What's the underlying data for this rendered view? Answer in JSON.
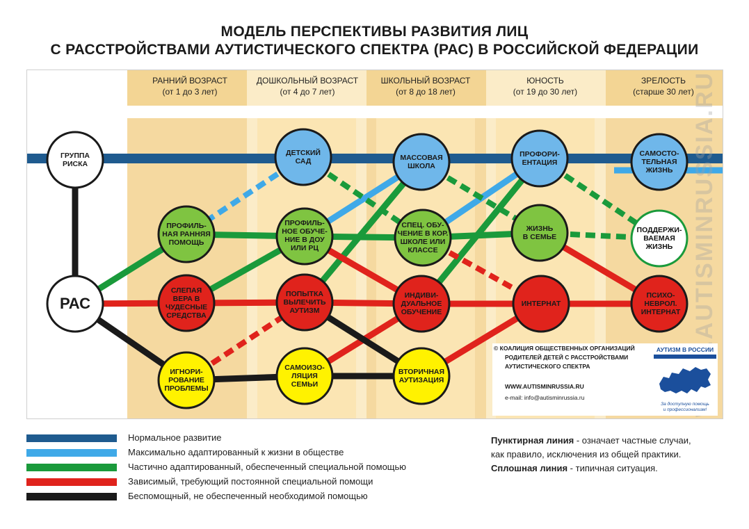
{
  "title": {
    "line1": "МОДЕЛЬ ПЕРСПЕКТИВЫ РАЗВИТИЯ ЛИЦ",
    "line2": "С РАССТРОЙСТВАМИ АУТИСТИЧЕСКОГО СПЕКТРА (РАС) В РОССИЙСКОЙ ФЕДЕРАЦИИ"
  },
  "columns": [
    {
      "label": "РАННИЙ ВОЗРАСТ",
      "range": "(от 1 до 3 лет)"
    },
    {
      "label": "ДОШКОЛЬНЫЙ ВОЗРАСТ",
      "range": "(от 4 до 7 лет)"
    },
    {
      "label": "ШКОЛЬНЫЙ ВОЗРАСТ",
      "range": "(от 8 до 18 лет)"
    },
    {
      "label": "ЮНОСТЬ",
      "range": "(от 19 до 30 лет)"
    },
    {
      "label": "ЗРЕЛОСТЬ",
      "range": "(старше 30 лет)"
    }
  ],
  "nodes": {
    "risk": "ГРУППА\nРИСКА",
    "ras": "РАС",
    "kindergarten": "ДЕТСКИЙ\nСАД",
    "mass_school": "МАССОВАЯ\nШКОЛА",
    "career": "ПРОФОРИ-\nЕНТАЦИЯ",
    "independent": "САМОСТО-\nТЕЛЬНАЯ\nЖИЗНЬ",
    "early_help": "ПРОФИЛЬ-\nНАЯ РАННЯЯ\nПОМОЩЬ",
    "preschool_training": "ПРОФИЛЬ-\nНОЕ ОБУЧЕ-\nНИЕ В ДОУ\nИЛИ РЦ",
    "special_school": "СПЕЦ. ОБУ-\nЧЕНИЕ В КОР.\nШКОЛЕ ИЛИ\nКЛАССЕ",
    "family_life": "ЖИЗНЬ\nВ СЕМЬЕ",
    "supported_life": "ПОДДЕРЖИ-\nВАЕМАЯ\nЖИЗНЬ",
    "blind_faith": "СЛЕПАЯ\nВЕРА В\nЧУДЕСНЫЕ\nСРЕДСТВА",
    "cure_attempt": "ПОПЫТКА\nВЫЛЕЧИТЬ\nАУТИЗМ",
    "individual_edu": "ИНДИВИ-\nДУАЛЬНОЕ\nОБУЧЕНИЕ",
    "boarding": "ИНТЕРНАТ",
    "psycho_boarding": "ПСИХО-\nНЕВРОЛ.\nИНТЕРНАТ",
    "ignoring": "ИГНОРИ-\nРОВАНИЕ\nПРОБЛЕМЫ",
    "self_isolation": "САМОИЗО-\nЛЯЦИЯ\nСЕМЬИ",
    "secondary_autism": "ВТОРИЧНАЯ\nАУТИЗАЦИЯ"
  },
  "info": {
    "line1": "© КОАЛИЦИЯ ОБЩЕСТВЕННЫХ ОРГАНИЗАЦИЙ",
    "line2": "РОДИТЕЛЕЙ ДЕТЕЙ С РАССТРОЙСТВАМИ",
    "line3": "АУТИСТИЧЕСКОГО СПЕКТРА",
    "site": "WWW.AUTISMINRUSSIA.RU",
    "email": "e-mail: info@autisminrussia.ru",
    "logo_title": "АУТИЗМ В РОССИИ",
    "logo_caption": "За доступную помощь\nи профессионализм!"
  },
  "watermark": "WWW.AUTISMINRUSSIA.RU",
  "legend": [
    {
      "color": "#1f5b8f",
      "text": "Нормальное развитие"
    },
    {
      "color": "#3fa9e8",
      "text": "Максимально адаптированный к жизни в обществе"
    },
    {
      "color": "#1a9a3b",
      "text": "Частично адаптированный, обеспеченный специальной помощью"
    },
    {
      "color": "#e0231c",
      "text": "Зависимый, требующий постоянной специальной помощи"
    },
    {
      "color": "#1a1a1a",
      "text": "Беспомощный, не обеспеченный необходимой помощью"
    }
  ],
  "notes": {
    "dashed_term": "Пунктирная линия",
    "dashed_desc": " - означает частные случаи,",
    "dashed_desc2": "как правило, исключения из общей  практики.",
    "solid_term": "Сплошная линия",
    "solid_desc": " - типичная ситуация."
  },
  "colors": {
    "navy": "#1f5b8f",
    "light_blue": "#3fa9e8",
    "green": "#1a9a3b",
    "red": "#e0231c",
    "black": "#1a1a1a",
    "yellow": "#fff200",
    "column_tan": "#f5d9a0",
    "column_light": "#fbecc8"
  }
}
